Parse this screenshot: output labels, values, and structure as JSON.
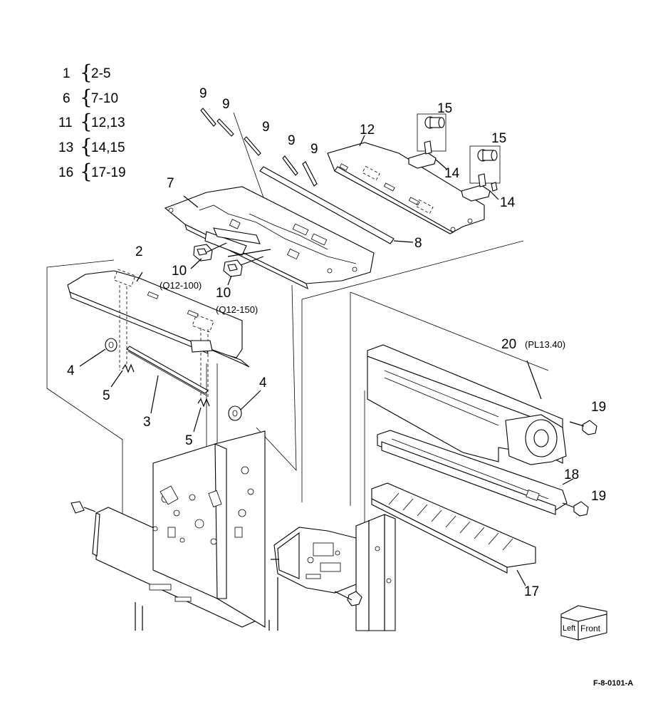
{
  "legend": [
    {
      "parent": "1",
      "children": "2-5"
    },
    {
      "parent": "6",
      "children": "7-10"
    },
    {
      "parent": "11",
      "children": "12,13"
    },
    {
      "parent": "13",
      "children": "14,15"
    },
    {
      "parent": "16",
      "children": "17-19"
    }
  ],
  "callouts": {
    "c2": "2",
    "c3": "3",
    "c4a": "4",
    "c4b": "4",
    "c5a": "5",
    "c5b": "5",
    "c7": "7",
    "c8": "8",
    "c9a": "9",
    "c9b": "9",
    "c9c": "9",
    "c9d": "9",
    "c9e": "9",
    "c10a": "10",
    "c10b": "10",
    "c12": "12",
    "c14a": "14",
    "c14b": "14",
    "c15a": "15",
    "c15b": "15",
    "c17": "17",
    "c18": "18",
    "c19a": "19",
    "c19b": "19",
    "c20": "20"
  },
  "references": {
    "q100": "(Q12-100)",
    "q150": "(Q12-150)",
    "pl": "(PL13.40)"
  },
  "orientation": {
    "left": "Left",
    "front": "Front"
  },
  "figure_id": "F-8-0101-A"
}
